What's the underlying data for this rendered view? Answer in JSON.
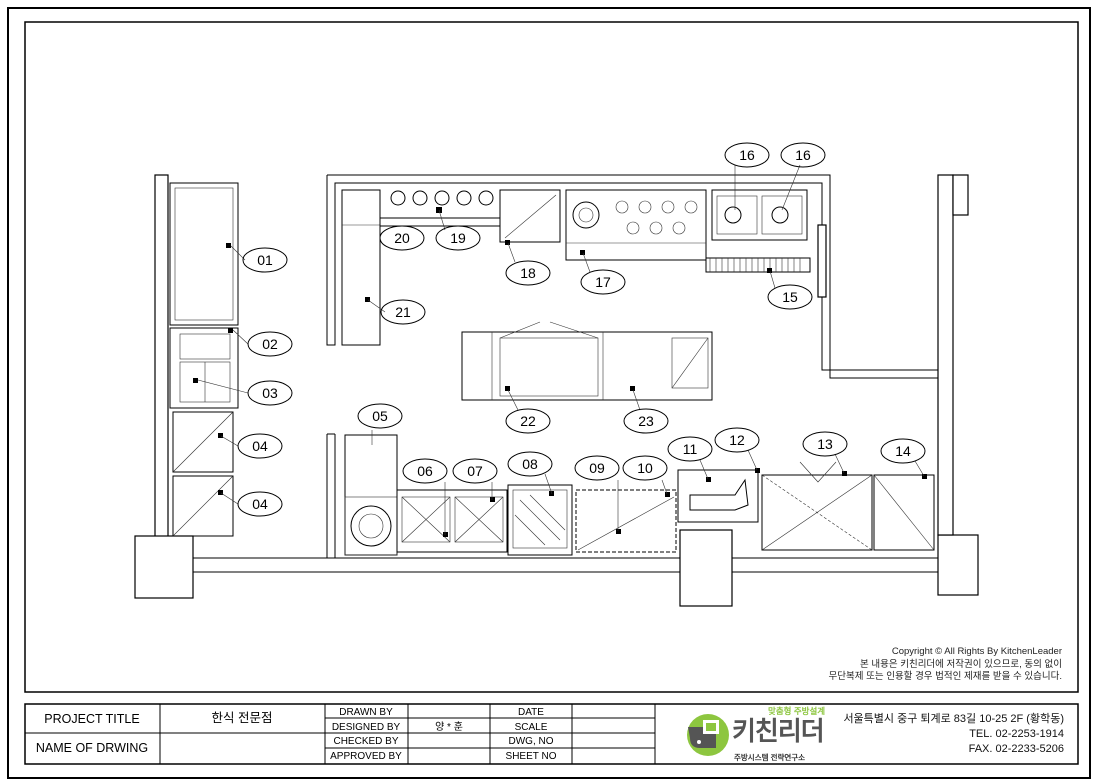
{
  "drawing": {
    "equipment_tags": [
      "01",
      "02",
      "03",
      "04",
      "04",
      "05",
      "06",
      "07",
      "08",
      "09",
      "10",
      "11",
      "12",
      "13",
      "14",
      "15",
      "16",
      "16",
      "17",
      "18",
      "19",
      "20",
      "21",
      "22",
      "23"
    ]
  },
  "copyright": {
    "line1": "Copyright © All Rights By KitchenLeader",
    "line2": "본 내용은 키친리더에 저작권이 있으므로, 동의 없이",
    "line3": "무단복제 또는 인용할 경우 법적인 제재를 받을 수 있습니다."
  },
  "title_block": {
    "project_title_label": "PROJECT TITLE",
    "project_title_value": "한식 전문점",
    "name_of_drawing_label": "NAME OF DRWING",
    "name_of_drawing_value": "",
    "drawn_by_label": "DRAWN BY",
    "drawn_by_value": "",
    "designed_by_label": "DESIGNED BY",
    "designed_by_value": "양 * 훈",
    "checked_by_label": "CHECKED BY",
    "checked_by_value": "",
    "approved_by_label": "APPROVED BY",
    "approved_by_value": "",
    "date_label": "DATE",
    "scale_label": "SCALE",
    "dwg_no_label": "DWG, NO",
    "sheet_no_label": "SHEET NO"
  },
  "company": {
    "tagline": "맞춤형 주방설계",
    "name": "키친리더",
    "subtitle": "주방시스템 전략연구소",
    "address": "서울특별시 중구 퇴계로 83길 10-25 2F (황학동)",
    "tel": "TEL. 02-2253-1914",
    "fax": "FAX. 02-2233-5206",
    "brand_green": "#8dc63f",
    "brand_gray": "#555555"
  }
}
